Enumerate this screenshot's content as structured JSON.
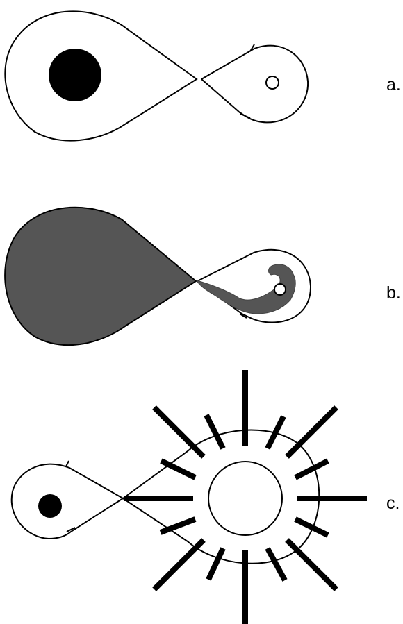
{
  "panels": [
    {
      "label": "a."
    },
    {
      "label": "b."
    },
    {
      "label": "c."
    }
  ],
  "colors": {
    "outline": "#000000",
    "star": "#000000",
    "accretion": "#555555",
    "background": "#ffffff"
  }
}
